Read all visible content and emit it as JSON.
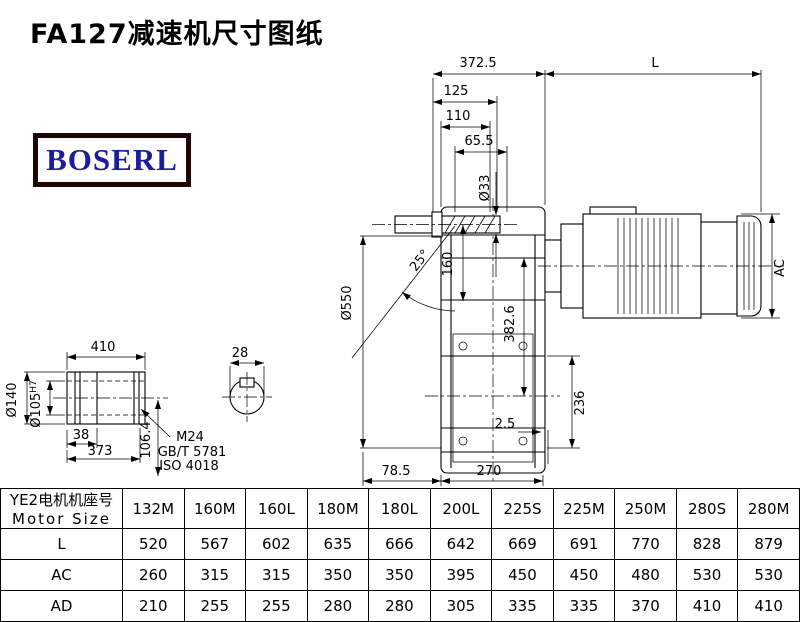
{
  "title": "FA127减速机尺寸图纸",
  "logo": "BOSERL",
  "dims": {
    "top_width": "372.5",
    "motor_length": "L",
    "d125": "125",
    "d110": "110",
    "d65_5": "65.5",
    "shaft_dia": "Ø33",
    "d160": "160",
    "angle": "25°",
    "flange_dia": "Ø550",
    "d382_6": "382.6",
    "motor_height": "AC",
    "d236": "236",
    "d2_5": "2.5",
    "d78_5": "78.5",
    "d270": "270",
    "shaft_len": "410",
    "hub_dia": "Ø140",
    "bore_dia": "Ø105",
    "bore_tol": "H7",
    "d38": "38",
    "d373": "373",
    "screw": "M24",
    "screw_std1": "GB/T 5781",
    "screw_std2": "ISO 4018",
    "d106_4": "106.4",
    "d28": "28"
  },
  "table": {
    "header_cn": "YE2电机机座号",
    "header_en": "Motor Size",
    "columns": [
      "132M",
      "160M",
      "160L",
      "180M",
      "180L",
      "200L",
      "225S",
      "225M",
      "250M",
      "280S",
      "280M"
    ],
    "rows": [
      {
        "label": "L",
        "values": [
          "520",
          "567",
          "602",
          "635",
          "666",
          "642",
          "669",
          "691",
          "770",
          "828",
          "879"
        ]
      },
      {
        "label": "AC",
        "values": [
          "260",
          "315",
          "315",
          "350",
          "350",
          "395",
          "450",
          "450",
          "480",
          "530",
          "530"
        ]
      },
      {
        "label": "AD",
        "values": [
          "210",
          "255",
          "255",
          "280",
          "280",
          "305",
          "335",
          "335",
          "370",
          "410",
          "410"
        ]
      }
    ]
  }
}
